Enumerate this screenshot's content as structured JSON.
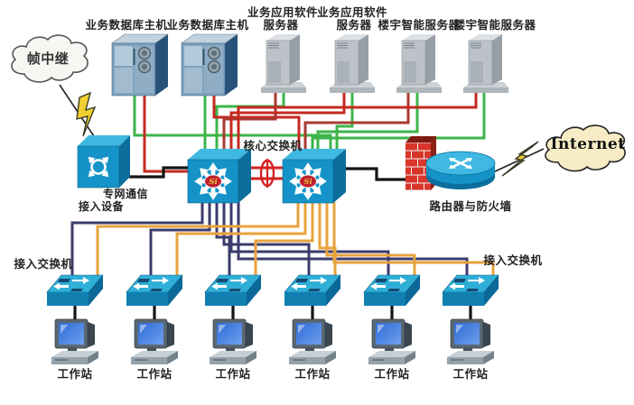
{
  "diagram": {
    "title_hint": "campus network topology",
    "clouds": {
      "frame_relay": "帧中继",
      "internet": "Internet"
    },
    "top_servers": [
      {
        "label": "业务数据库主机",
        "type": "mainframe"
      },
      {
        "label": "业务数据库主机",
        "type": "mainframe"
      },
      {
        "label_line1": "业务应用软件",
        "label_line2": "服务器",
        "type": "tower"
      },
      {
        "label_line1": "业务应用软件",
        "label_line2": "服务器",
        "type": "tower"
      },
      {
        "label": "楼宇智能服务器",
        "type": "tower"
      },
      {
        "label": "楼宇智能服务器",
        "type": "tower"
      }
    ],
    "core": {
      "label": "核心交换机",
      "si_badge": "Si"
    },
    "wan_device": {
      "label_line1": "专网通信",
      "label_line2": "接入设备"
    },
    "router_firewall": {
      "label": "路由器与防火墙"
    },
    "access_labels": {
      "left": "接入交换机",
      "right": "接入交换机"
    },
    "workstations": [
      "工作站",
      "工作站",
      "工作站",
      "工作站",
      "工作站",
      "工作站"
    ],
    "icons": {
      "cloud": "cloud-shape",
      "wan_link": "lightning-bolt",
      "core_switch": "multilayer-switch-cube",
      "access_switch": "workgroup-switch",
      "router": "router-cylinder",
      "firewall": "brick-wall",
      "workstation": "desktop-computer",
      "mainframe": "database-host-cabinet",
      "tower": "server-tower"
    },
    "colors": {
      "device_blue": "#1593c8",
      "device_blue_light": "#3fb8e2",
      "device_blue_dark": "#0c6e9c",
      "server_link_green": "#3cb54a",
      "server_link_red": "#c42a21",
      "core_link_red": "#d42020",
      "access_link_navy": "#3b3b6e",
      "access_link_orange": "#e8a33d",
      "trunk_black": "#151515",
      "firewall_red": "#d8352b",
      "bolt_yellow": "#f0d030",
      "si_badge_red": "#c01e2e",
      "si_badge_text": "#e8c23a",
      "internet_cloud_fill": "#f8ecc6",
      "frame_relay_cloud_fill": "#f6f6f3"
    }
  }
}
